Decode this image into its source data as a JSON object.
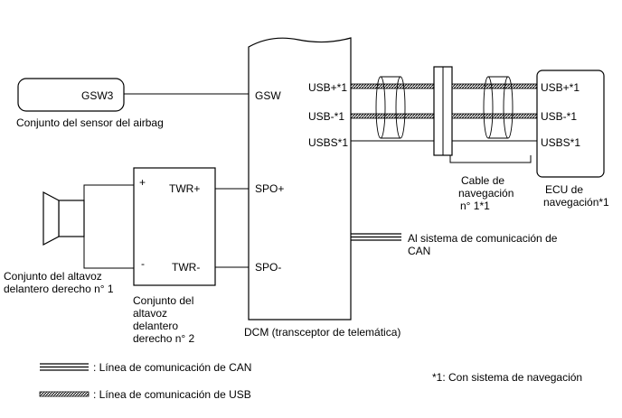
{
  "components": {
    "airbag_sensor": {
      "pin": "GSW3",
      "caption": "Conjunto del sensor del airbag"
    },
    "dcm": {
      "pins": {
        "gsw": "GSW",
        "spo_plus": "SPO+",
        "spo_minus": "SPO-",
        "usb_plus": "USB+*1",
        "usb_minus": "USB-*1",
        "usbs": "USBS*1"
      },
      "caption": "DCM (transceptor de telemática)"
    },
    "speaker": {
      "caption_line1": "Conjunto del altavoz",
      "caption_line2": "delantero derecho n° 1"
    },
    "speaker_assembly": {
      "plus_sign": "+",
      "minus_sign": "-",
      "pin_twr_plus": "TWR+",
      "pin_twr_minus": "TWR-",
      "caption_lines": [
        "Conjunto del",
        "altavoz",
        "delantero",
        "derecho n° 2"
      ]
    },
    "navigation_cable": {
      "caption_lines": [
        "Cable de",
        "navegación",
        "n° 1*1"
      ]
    },
    "navigation_ecu": {
      "pins": {
        "usb_plus": "USB+*1",
        "usb_minus": "USB-*1",
        "usbs": "USBS*1"
      },
      "caption_lines": [
        "ECU de",
        "navegación*1"
      ]
    }
  },
  "can_bus": {
    "label_line1": "Al sistema de comunicación de",
    "label_line2": "CAN"
  },
  "legend": {
    "can_line": ": Línea de comunicación de CAN",
    "usb_line": ": Línea de comunicación de USB",
    "footnote": "*1: Con sistema de navegación"
  }
}
